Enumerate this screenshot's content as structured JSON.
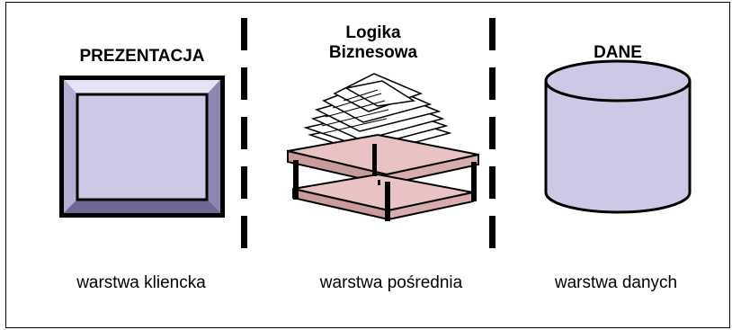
{
  "tiers": [
    {
      "title": "PREZENTACJA",
      "caption": "warstwa kliencka",
      "icon": "monitor-screen-icon"
    },
    {
      "title_line1": "Logika",
      "title_line2": "Biznesowa",
      "caption": "warstwa pośrednia",
      "icon": "paper-tray-icon"
    },
    {
      "title": "DANE",
      "caption": "warstwa danych",
      "icon": "database-cylinder-icon"
    }
  ],
  "colors": {
    "lavender": "#cfc7e6",
    "lavender_dark": "#8f87b3",
    "lavender_light": "#e7e2f5",
    "tray_pink": "#e9c3c3",
    "outline": "#000000"
  }
}
